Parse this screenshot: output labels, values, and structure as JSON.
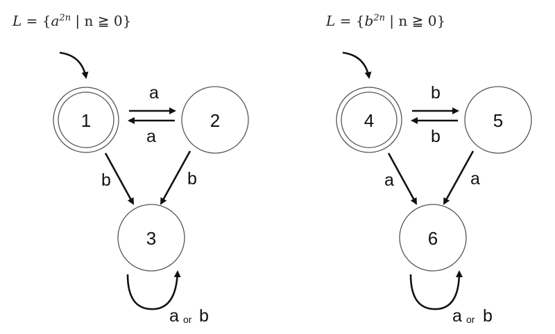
{
  "automaton_left": {
    "language": {
      "lhs": "L",
      "eq": " = {",
      "base": "a",
      "exp": "2n",
      "rest": " | n ≧ 0}"
    },
    "states": [
      "1",
      "2",
      "3"
    ],
    "edges": {
      "s1_to_s2": "a",
      "s2_to_s1": "a",
      "s1_to_s3": "b",
      "s2_to_s3": "b"
    },
    "self_loop": {
      "sym1": "a",
      "or": "or",
      "sym2": "b"
    },
    "accepting_states": [
      "1"
    ],
    "start_state": "1"
  },
  "automaton_right": {
    "language": {
      "lhs": "L",
      "eq": " = {",
      "base": "b",
      "exp": "2n",
      "rest": " | n ≧ 0}"
    },
    "states": [
      "4",
      "5",
      "6"
    ],
    "edges": {
      "s4_to_s5": "b",
      "s5_to_s4": "b",
      "s4_to_s6": "a",
      "s5_to_s6": "a"
    },
    "self_loop": {
      "sym1": "a",
      "or": "or",
      "sym2": "b"
    },
    "accepting_states": [
      "4"
    ],
    "start_state": "4"
  }
}
